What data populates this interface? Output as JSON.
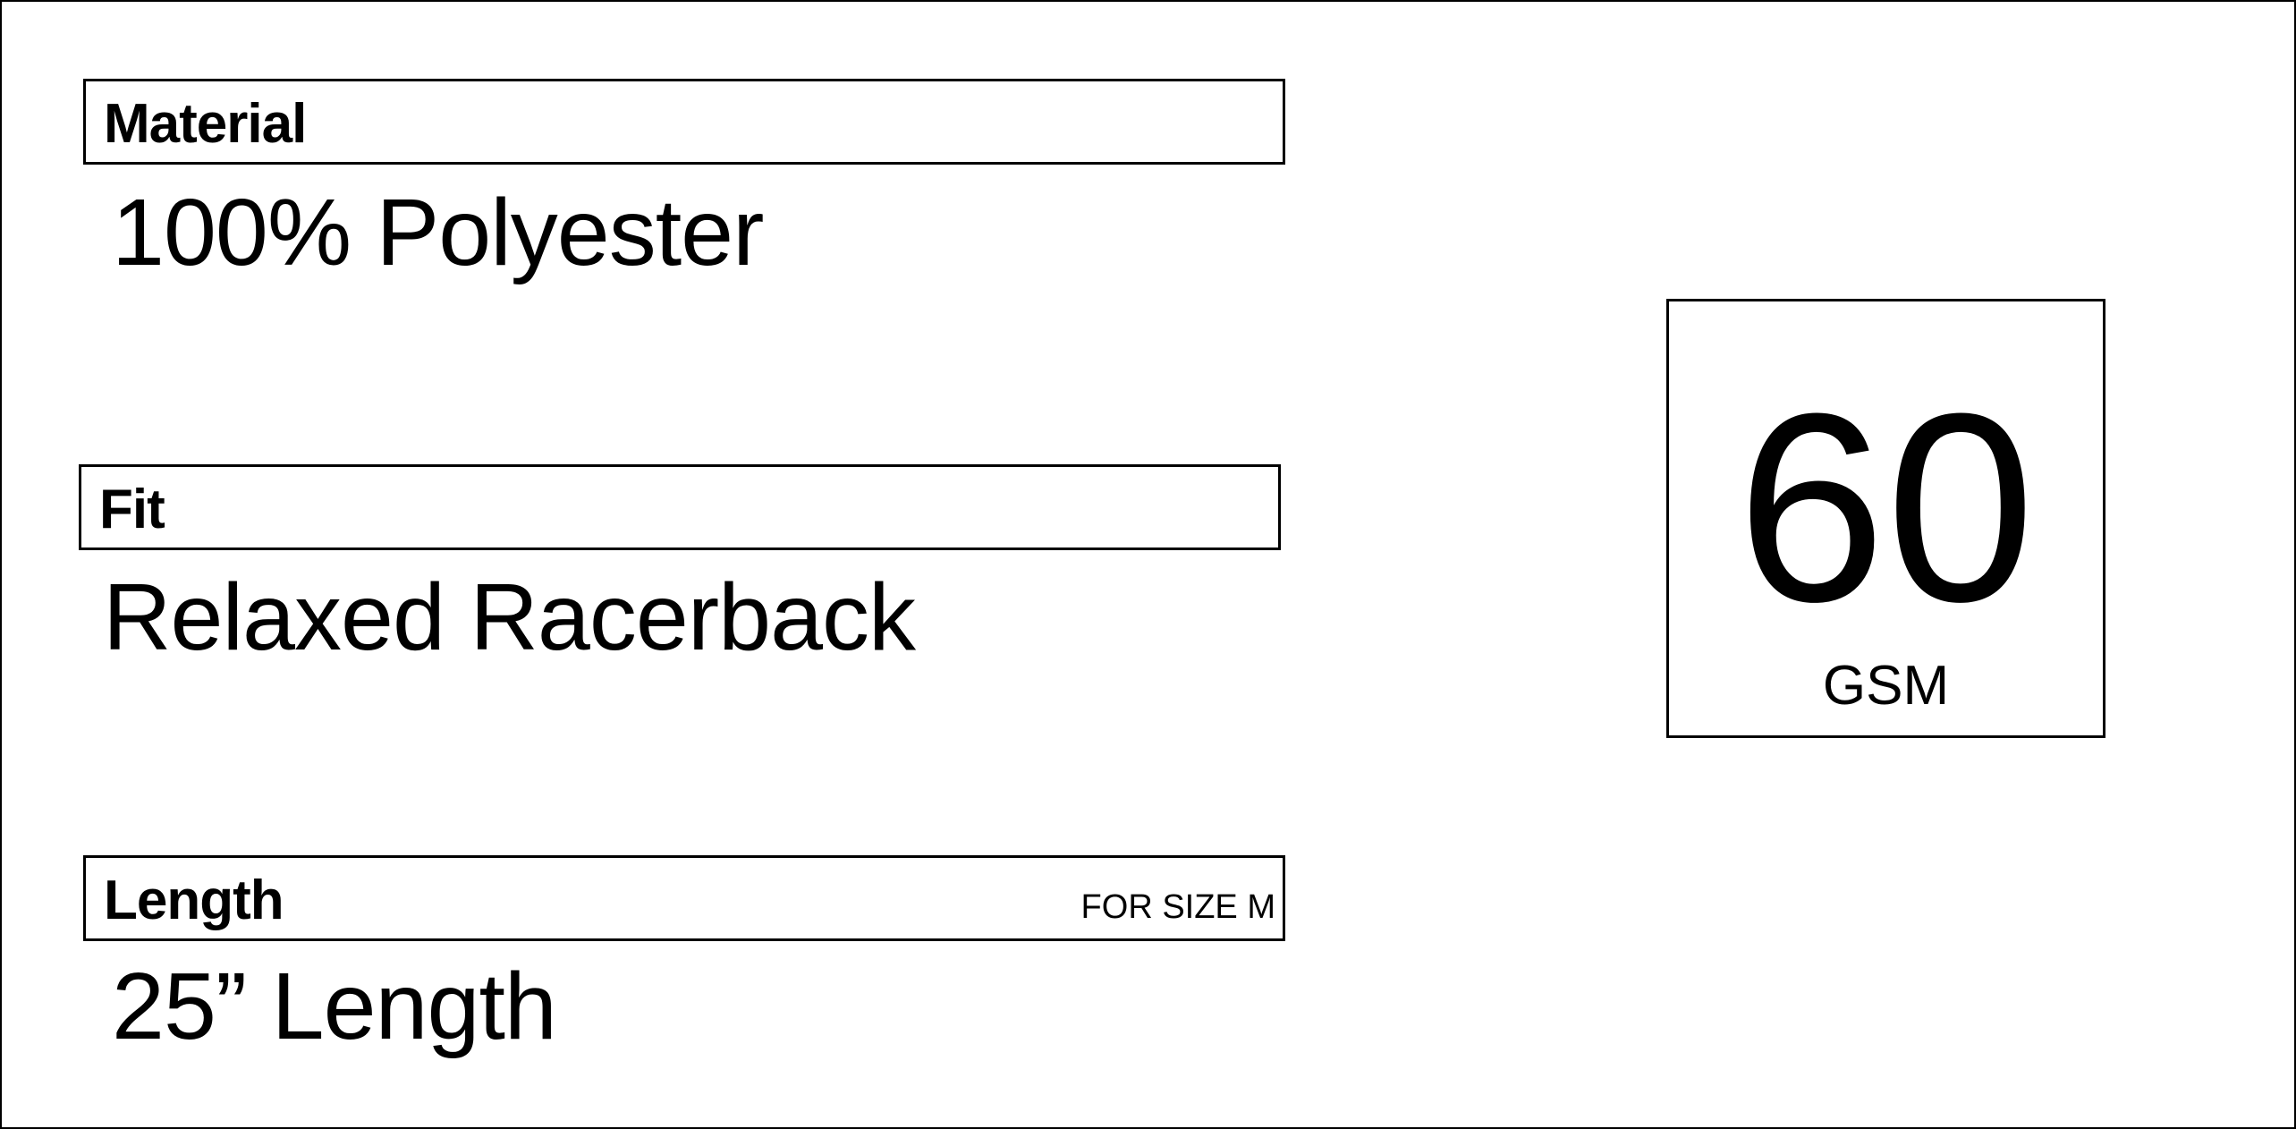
{
  "material": {
    "label": "Material",
    "value": "100% Polyester"
  },
  "fit": {
    "label": "Fit",
    "value": "Relaxed Racerback"
  },
  "length": {
    "label": "Length",
    "note": "FOR SIZE M",
    "value": "25” Length"
  },
  "weight": {
    "value": "60",
    "unit": "GSM"
  }
}
